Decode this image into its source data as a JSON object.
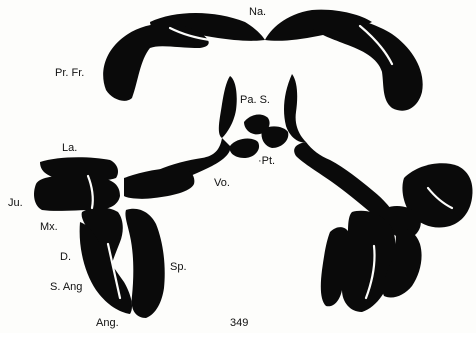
{
  "figure": {
    "page_number": "349",
    "labels": {
      "na": "Na.",
      "pr_fr": "Pr. Fr.",
      "pa_s": "Pa. S.",
      "la": "La.",
      "pt": "·Pt.",
      "vo": "Vo.",
      "ju": "Ju.",
      "mx": "Mx.",
      "d": "D.",
      "sp": "Sp.",
      "s_ang": "S. Ang",
      "ang": "Ang."
    },
    "colors": {
      "bone": "#0a0a0a",
      "paper": "#fdfdfb"
    }
  }
}
